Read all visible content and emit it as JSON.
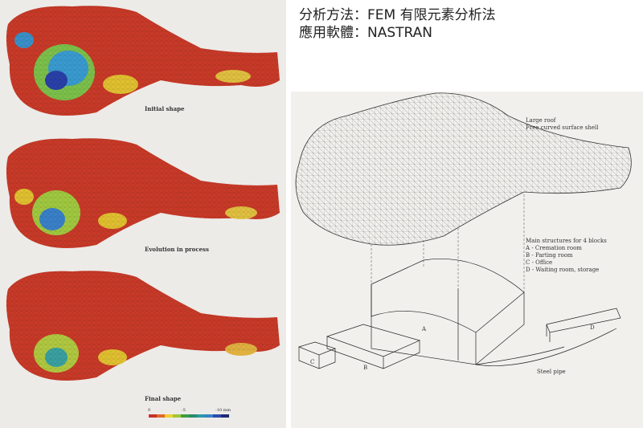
{
  "header": {
    "line1": "分析方法：FEM 有限元素分析法",
    "line2": "應用軟體：NASTRAN"
  },
  "left_panel": {
    "captions": [
      "Initial shape",
      "Evolution in process",
      "Final shape"
    ],
    "scale": {
      "min": "0",
      "mid": "-5",
      "max": "-10 mm",
      "colors": [
        "#c8302a",
        "#e06a2a",
        "#f0d030",
        "#9cc83a",
        "#3aa040",
        "#2a8a70",
        "#2a9aa8",
        "#3a80c8",
        "#2a4ab0",
        "#202a70"
      ]
    }
  },
  "right_panel": {
    "roof_label": [
      "Large roof",
      "Free curved surface shell"
    ],
    "structures_title": "Main structures for 4 blocks",
    "structures": [
      "A - Cremation room",
      "B - Parting room",
      "C - Office",
      "D - Waiting room, storage"
    ],
    "block_labels": [
      "A",
      "B",
      "C",
      "D"
    ],
    "steel_pipe": "Steel pipe"
  }
}
